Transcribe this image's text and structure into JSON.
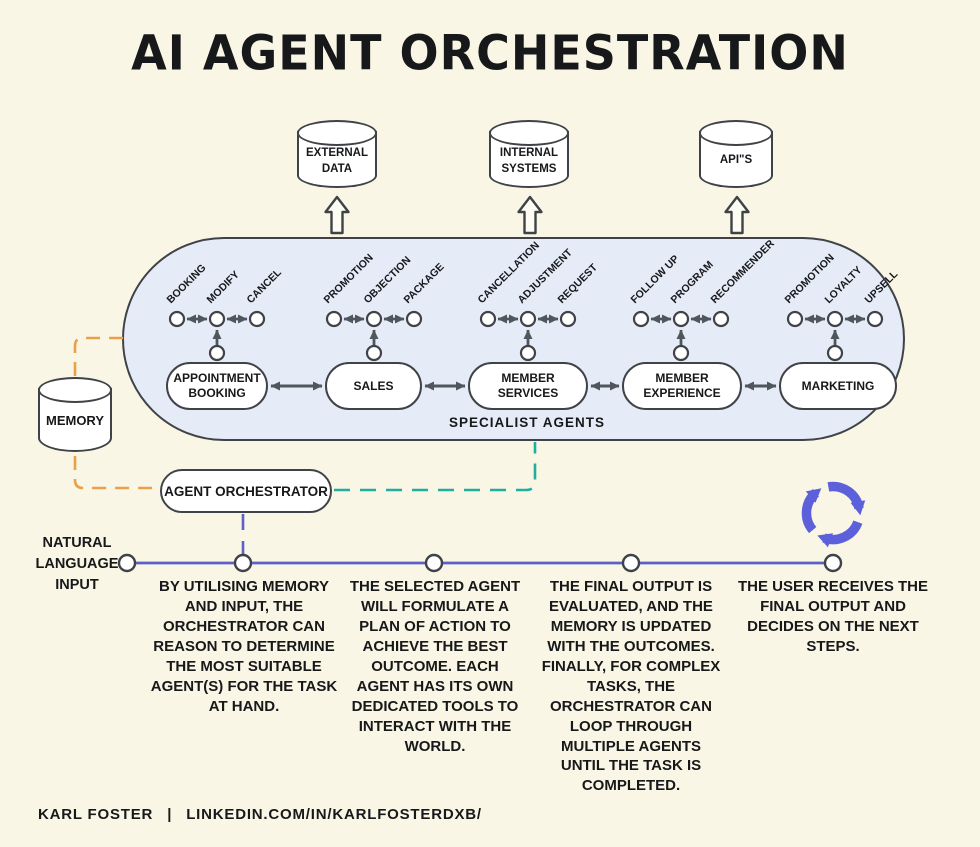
{
  "title": "AI AGENT ORCHESTRATION",
  "colors": {
    "background": "#FAF6E6",
    "container_fill": "#E6EBF8",
    "stroke": "#3F4347",
    "arrow_gray": "#50575C",
    "memory_link_orange": "#E8A04A",
    "agents_link_teal": "#1FAF9C",
    "timeline_purple": "#5D61C7",
    "loop_icon_purple": "#5C60DB"
  },
  "data_stores": [
    {
      "label": "EXTERNAL DATA"
    },
    {
      "label": "INTERNAL SYSTEMS"
    },
    {
      "label": "API\"S"
    }
  ],
  "memory": {
    "label": "MEMORY"
  },
  "specialist_agents": {
    "container_label": "SPECIALIST AGENTS",
    "agents": [
      {
        "name": "APPOINTMENT BOOKING",
        "tools": [
          "BOOKING",
          "MODIFY",
          "CANCEL"
        ]
      },
      {
        "name": "SALES",
        "tools": [
          "PROMOTION",
          "OBJECTION",
          "PACKAGE"
        ]
      },
      {
        "name": "MEMBER SERVICES",
        "tools": [
          "CANCELLATION",
          "ADJUSTMENT",
          "REQUEST"
        ]
      },
      {
        "name": "MEMBER EXPERIENCE",
        "tools": [
          "FOLLOW UP",
          "PROGRAM",
          "RECOMMENDER"
        ]
      },
      {
        "name": "MARKETING",
        "tools": [
          "PROMOTION",
          "LOYALTY",
          "UPSELL"
        ]
      }
    ]
  },
  "orchestrator": {
    "label": "AGENT ORCHESTRATOR"
  },
  "flow": {
    "input_label": "NATURAL LANGUAGE INPUT",
    "steps": [
      "BY UTILISING MEMORY AND INPUT, THE ORCHESTRATOR CAN REASON TO DETERMINE THE MOST SUITABLE AGENT(S) FOR THE TASK AT HAND.",
      "THE SELECTED AGENT WILL FORMULATE A PLAN OF ACTION TO ACHIEVE THE BEST OUTCOME. EACH AGENT HAS ITS OWN DEDICATED TOOLS TO INTERACT WITH THE WORLD.",
      "THE FINAL OUTPUT IS EVALUATED, AND THE MEMORY IS UPDATED WITH THE OUTCOMES. FINALLY, FOR COMPLEX TASKS, THE ORCHESTRATOR CAN LOOP THROUGH MULTIPLE AGENTS UNTIL THE TASK IS COMPLETED.",
      "THE USER RECEIVES THE FINAL OUTPUT AND DECIDES ON THE NEXT STEPS."
    ]
  },
  "footer": {
    "author": "KARL FOSTER",
    "separator": "|",
    "link": "LINKEDIN.COM/IN/KARLFOSTERDXB/"
  }
}
